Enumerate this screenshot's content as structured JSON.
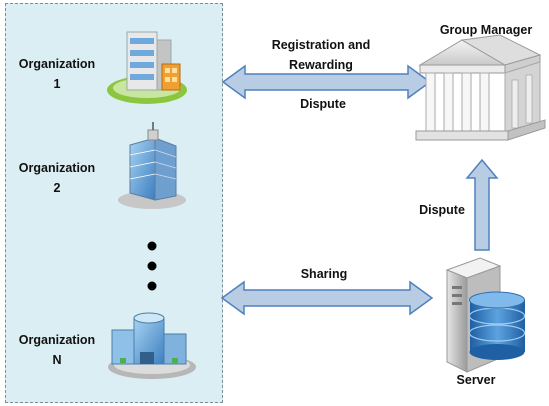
{
  "organizations": [
    {
      "name": "Organization",
      "number": "1"
    },
    {
      "name": "Organization",
      "number": "2"
    },
    {
      "name": "Organization",
      "number": "N"
    }
  ],
  "group_manager": {
    "label": "Group Manager"
  },
  "server": {
    "label": "Server"
  },
  "arrows": {
    "registration_line1": "Registration and",
    "registration_line2": "Rewarding",
    "dispute_top": "Dispute",
    "dispute_vertical": "Dispute",
    "sharing": "Sharing"
  },
  "colors": {
    "panel_fill": "#dbeef3",
    "arrow_fill": "#b8cce4",
    "arrow_stroke": "#4f81bd"
  },
  "icons": [
    "office-building-icon",
    "glass-tower-icon",
    "modern-building-icon",
    "bank-building-icon",
    "database-server-icon",
    "ellipsis-dots-icon"
  ]
}
